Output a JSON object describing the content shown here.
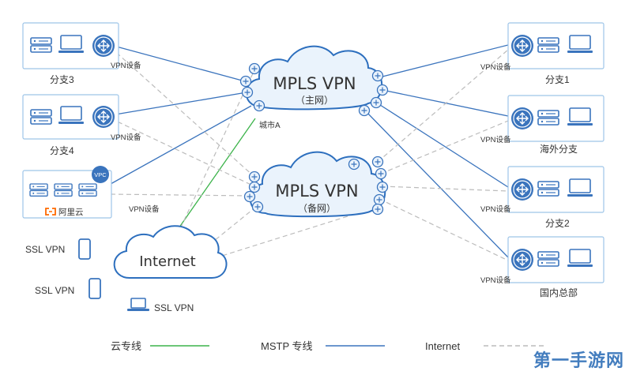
{
  "colors": {
    "mstp": "#3b74bd",
    "cloud_line": "#3bb34a",
    "internet": "#bcbcbc",
    "box_border": "#9ec5e8",
    "cloud_border": "#2d6fbe",
    "cloud_fill": "#eaf3fc",
    "router_fill": "#3a74bd"
  },
  "clouds": {
    "main": {
      "title": "MPLS VPN",
      "subtitle": "（主网）"
    },
    "backup": {
      "title": "MPLS VPN",
      "subtitle": "（备网）"
    },
    "internet": {
      "title": "Internet"
    }
  },
  "city_label": "城市A",
  "sites": {
    "branch3": {
      "name": "分支3",
      "device": "VPN设备"
    },
    "branch4": {
      "name": "分支4",
      "device": "VPN设备"
    },
    "aliyun": {
      "badge": "VPC",
      "brand": "阿里云",
      "device": "VPN设备"
    },
    "branch1": {
      "name": "分支1",
      "device": "VPN设备"
    },
    "overseas": {
      "name": "海外分支",
      "device": "VPN设备"
    },
    "branch2": {
      "name": "分支2",
      "device": "VPN设备"
    },
    "hq": {
      "name": "国内总部",
      "device": "VPN设备"
    }
  },
  "ssl_clients": [
    {
      "label": "SSL VPN",
      "icon": "phone-icon"
    },
    {
      "label": "SSL VPN",
      "icon": "phone-icon"
    },
    {
      "label": "SSL VPN",
      "icon": "laptop-icon"
    }
  ],
  "legend": {
    "cloud_line": "云专线",
    "mstp": "MSTP 专线",
    "internet": "Internet"
  },
  "watermark": "第一手游网"
}
